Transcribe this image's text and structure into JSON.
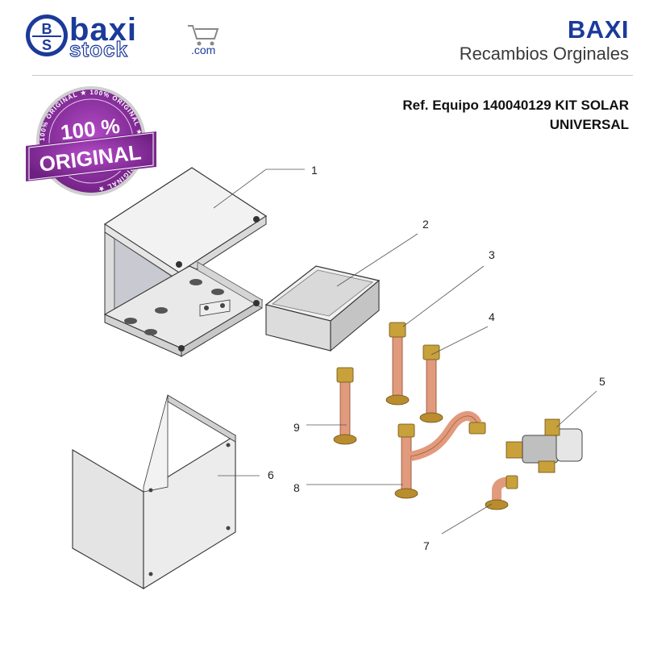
{
  "header": {
    "logo_text": "baxi stock",
    "logo_com": ".com",
    "logo_monogram": "BS",
    "cart_icon": "shopping-cart-icon",
    "brand_name": "BAXI",
    "brand_subtitle": "Recambios Orginales"
  },
  "badge": {
    "ring_text": "100% ORIGINAL ★ 100% ORIGINAL ★ 100% ORIGINAL ★",
    "main_line1": "100 %",
    "main_line2": "ORIGINAL"
  },
  "title": {
    "line1": "Ref. Equipo 140040129 KIT SOLAR",
    "line2": "UNIVERSAL"
  },
  "parts": [
    {
      "number": "1"
    },
    {
      "number": "2"
    },
    {
      "number": "3"
    },
    {
      "number": "4"
    },
    {
      "number": "5"
    },
    {
      "number": "6"
    },
    {
      "number": "7"
    },
    {
      "number": "8"
    },
    {
      "number": "9"
    }
  ],
  "colors": {
    "brand_blue": "#1b3a9a",
    "badge_purple": "#8a2d9c",
    "copper": "#d98a6a",
    "brass": "#c9a13a"
  }
}
